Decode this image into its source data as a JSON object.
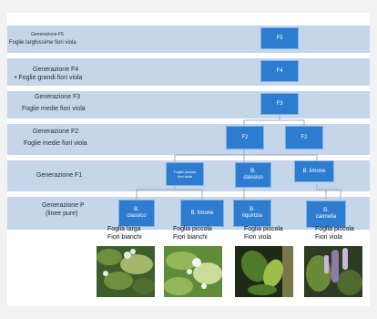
{
  "generations": [
    {
      "id": "F5",
      "label_lines": [
        "Generazione F5",
        "Foglie larghissime fiori viola"
      ]
    },
    {
      "id": "F4",
      "label_lines": [
        "Generazione F4",
        "• Foglie grandi fiori viola"
      ]
    },
    {
      "id": "F3",
      "label_lines": [
        "Generazione F3",
        "Foglie medie fiori viola"
      ]
    },
    {
      "id": "F2",
      "label_lines": [
        "Generazione F2",
        "Foglie medie fiori viola"
      ]
    },
    {
      "id": "F1",
      "label_lines": [
        "Generazione F1"
      ]
    },
    {
      "id": "P",
      "label_lines": [
        "Generazione P",
        "(linee pure)"
      ]
    }
  ],
  "bullet_marker": "•",
  "nodes": {
    "f5": {
      "lines": [
        "F5"
      ]
    },
    "f4": {
      "lines": [
        "F4"
      ]
    },
    "f3": {
      "lines": [
        "F3"
      ]
    },
    "f2a": {
      "lines": [
        "F2"
      ]
    },
    "f2b": {
      "lines": [
        "F2"
      ]
    },
    "f1a": {
      "lines": [
        "Foglia piccola",
        "fiori viola"
      ]
    },
    "f1b": {
      "lines": [
        "B.",
        "classico"
      ]
    },
    "f1c": {
      "lines": [
        "B. limone"
      ]
    },
    "pa": {
      "lines": [
        "B.",
        "classico"
      ]
    },
    "pb": {
      "lines": [
        "B. limone"
      ]
    },
    "pc": {
      "lines": [
        "B.",
        "liquirizia"
      ]
    },
    "pd": {
      "lines": [
        "B.",
        "cannella"
      ]
    }
  },
  "captions": [
    {
      "lines": [
        "Foglia larga",
        "Fiori bianchi"
      ]
    },
    {
      "lines": [
        "Foglia piccola",
        "Fiori bianchi"
      ]
    },
    {
      "lines": [
        "Foglia piccola",
        "Fiori viola"
      ]
    },
    {
      "lines": [
        "Foglia piccola",
        "Fiori viola"
      ]
    }
  ],
  "photos": [
    {
      "name": "basil-classico-photo",
      "palette": [
        "#3d5e2a",
        "#6f8f3f",
        "#a3b86a",
        "#e8ece4"
      ]
    },
    {
      "name": "basil-limone-photo",
      "palette": [
        "#5f8c3a",
        "#93b85a",
        "#c9dc9a",
        "#f5f7f0"
      ]
    },
    {
      "name": "basil-liquirizia-photo",
      "palette": [
        "#1e2a16",
        "#4f7a2a",
        "#9bbf4a",
        "#d8c17a"
      ]
    },
    {
      "name": "basil-cannella-photo",
      "palette": [
        "#2c3b22",
        "#6a8a3a",
        "#8e7aa8",
        "#c9b6dc"
      ]
    }
  ],
  "colors": {
    "band": "#c5d6ea",
    "node": "#2e7ccf",
    "connector": "#9aa9bf"
  }
}
